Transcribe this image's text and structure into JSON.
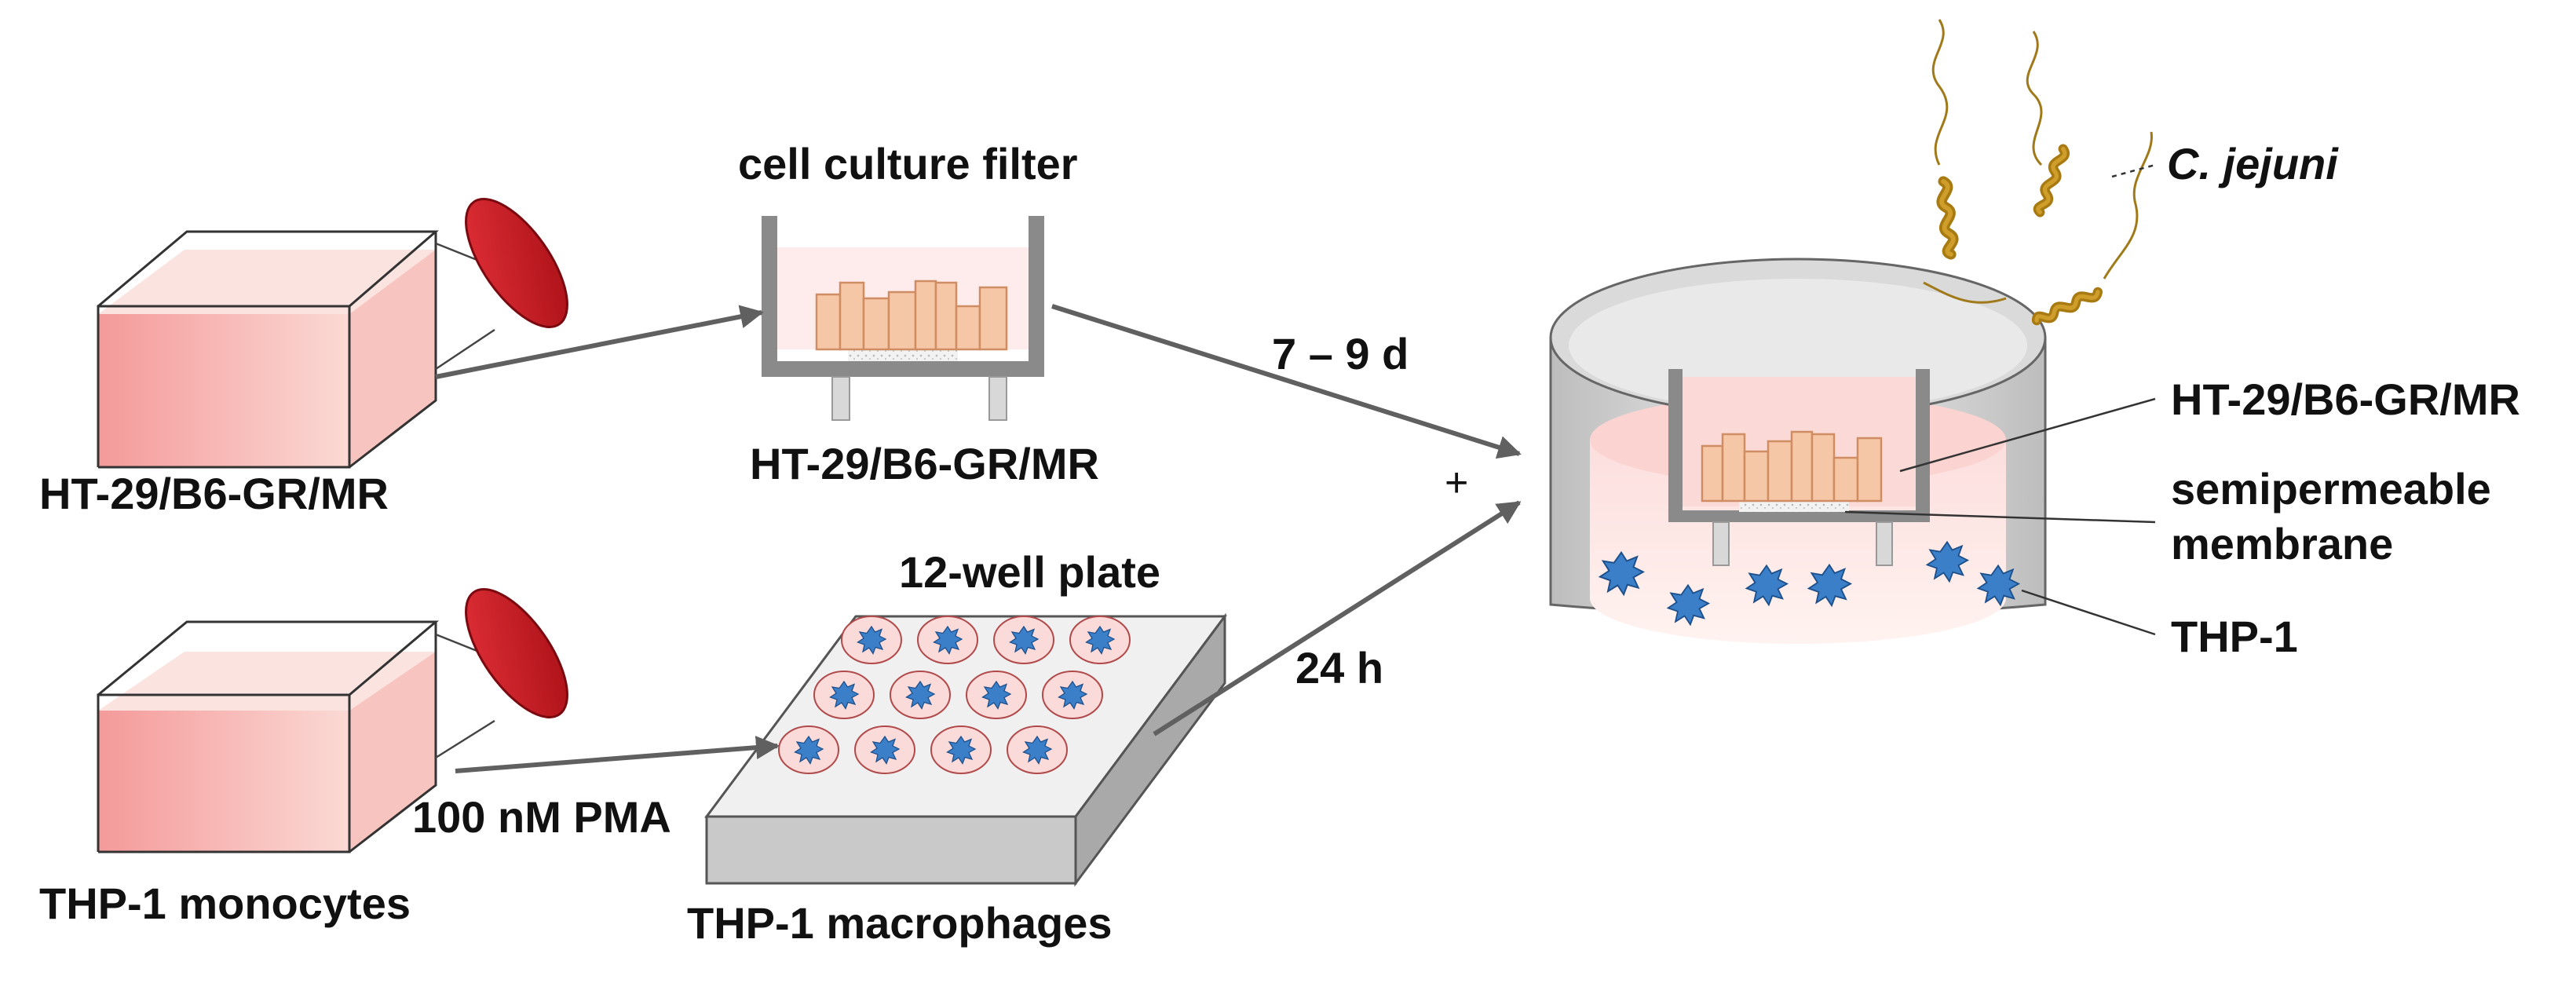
{
  "labels": {
    "flask_top": "HT-29/B6-GR/MR",
    "flask_bottom": "THP-1 monocytes",
    "filter_title": "cell culture filter",
    "filter_caption": "HT-29/B6-GR/MR",
    "plate_title": "12-well plate",
    "plate_caption": "THP-1 macrophages",
    "pma": "100 nM PMA",
    "duration_filter": "7 – 9 d",
    "duration_plate": "24 h",
    "plus": "+",
    "bacteria": "C. jejuni",
    "coculture_epithelial": "HT-29/B6-GR/MR",
    "membrane_line1": "semipermeable",
    "membrane_line2": "membrane",
    "coculture_macrophage": "THP-1"
  },
  "colors": {
    "flask_cap": "#c8161e",
    "medium_pink": "#f6a3a3",
    "cell_peach": "#f5c7a6",
    "macrophage_blue": "#3a7fc8",
    "bacteria_gold": "#b8860b",
    "filter_wall": "#8a8a8a",
    "arrow_gray": "#606060"
  },
  "icons": {
    "flask": "culture-flask-icon",
    "filter": "transwell-filter-icon",
    "plate": "well-plate-icon",
    "macrophage": "macrophage-cell-icon",
    "bacterium": "spiral-bacterium-icon"
  }
}
